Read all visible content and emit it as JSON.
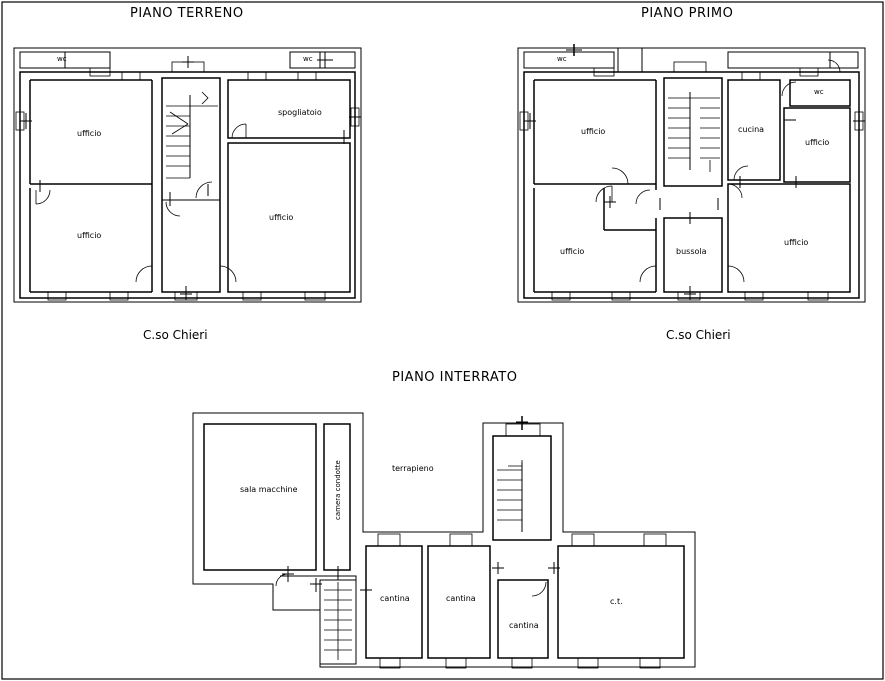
{
  "titles": {
    "ground": "PIANO TERRENO",
    "first": "PIANO PRIMO",
    "basement": "PIANO INTERRATO"
  },
  "streets": {
    "ground": "C.so Chieri",
    "first": "C.so Chieri"
  },
  "rooms": {
    "ground": {
      "wc_left": "wc",
      "wc_right": "wc",
      "office_top_left": "ufficio",
      "office_bottom_left": "ufficio",
      "changing_room": "spogliatoio",
      "office_right": "ufficio"
    },
    "first": {
      "wc_left": "wc",
      "wc_right": "wc",
      "office_top_left": "ufficio",
      "kitchen": "cucina",
      "office_top_right": "ufficio",
      "office_bottom_left": "ufficio",
      "vestibule": "bussola",
      "office_bottom_right": "ufficio"
    },
    "basement": {
      "machine_room": "sala macchine",
      "duct_chamber": "camera condotte",
      "embankment": "terrapieno",
      "cellar_1": "cantina",
      "cellar_2": "cantina",
      "cellar_3": "cantina",
      "boiler_room": "c.t."
    }
  }
}
